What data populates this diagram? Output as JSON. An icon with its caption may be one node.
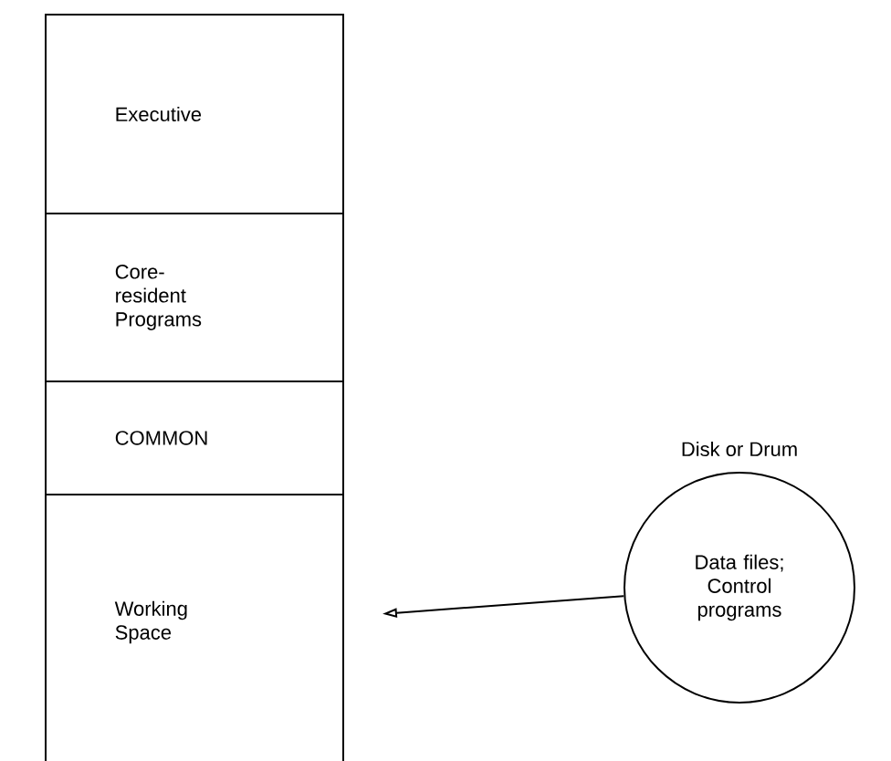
{
  "diagram": {
    "nodes": [
      {
        "text": [
          "Executive"
        ]
      },
      {
        "text": [
          "Core-resident Programs"
        ]
      },
      {
        "text": [
          "COMMON"
        ]
      },
      {
        "text": [
          "Working Space"
        ]
      },
      {
        "text": [
          "Data files; Control programs"
        ],
        "beside": [
          "Disk or Drum"
        ]
      }
    ],
    "edges": [
      {
        "from": 4,
        "to": 3,
        "arrow": "to"
      }
    ]
  }
}
